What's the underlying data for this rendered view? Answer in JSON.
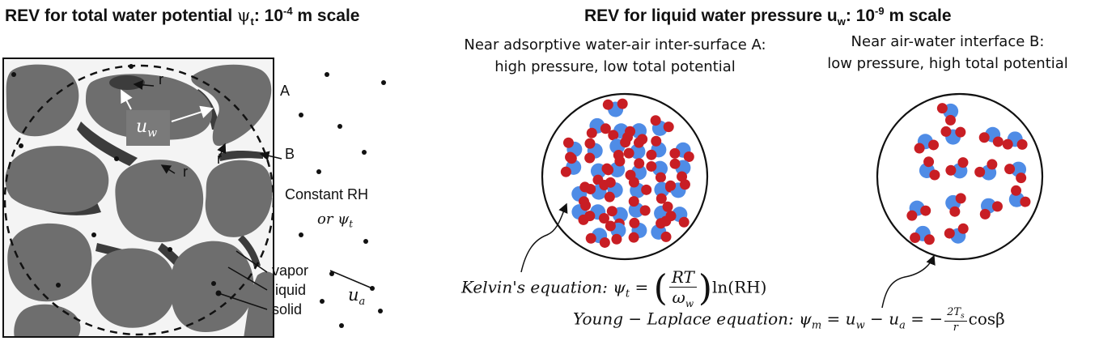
{
  "left_title": {
    "prefix": "REV for total water potential ",
    "symbol": "ψ",
    "sub": "t",
    "suffix": ": 10",
    "sup": "-4",
    "scale": " m scale"
  },
  "right_title": {
    "prefix": "REV for liquid water pressure u",
    "sub": "w",
    "suffix": ": 10",
    "sup": "-9",
    "scale": " m scale"
  },
  "caption_a": {
    "line1": "Near adsorptive water-air inter-surface A:",
    "line2": "high pressure, low total potential"
  },
  "caption_b": {
    "line1": "Near air-water interface B:",
    "line2": "low pressure, high total potential"
  },
  "labels": {
    "r1": "r",
    "r2": "r",
    "r3": "r",
    "A": "A",
    "B": "B",
    "uw": "u",
    "uw_sub": "w",
    "constant": "Constant RH",
    "or": "or ",
    "psi": "ψ",
    "psi_sub": "t",
    "vapor": "vapor",
    "liquid": "liquid",
    "solid": "solid",
    "ua": "u",
    "ua_sub": "a"
  },
  "kelvin": {
    "name": "Kelvin's equation: ",
    "lhs": "ψ",
    "lhs_sub": "t",
    "eq": " = ",
    "num": "RT",
    "den": "ω",
    "den_sub": "w",
    "fn": "ln(RH)"
  },
  "young": {
    "name": "Young − Laplace equation: ",
    "lhs": "ψ",
    "lhs_sub": "m",
    "eq1": " = ",
    "t1": "u",
    "t1_sub": "w",
    "minus": " − ",
    "t2": "u",
    "t2_sub": "a",
    "eq2": " = −",
    "num": "2T",
    "num_sub": "s",
    "den": "r",
    "tail": "cosβ"
  },
  "colors": {
    "solid": "#6e6e6e",
    "liquid": "#3c3c3c",
    "pore": "#f4f4f4",
    "water_oxygen": "#4f8ce6",
    "water_hydrogen": "#c81e24"
  }
}
